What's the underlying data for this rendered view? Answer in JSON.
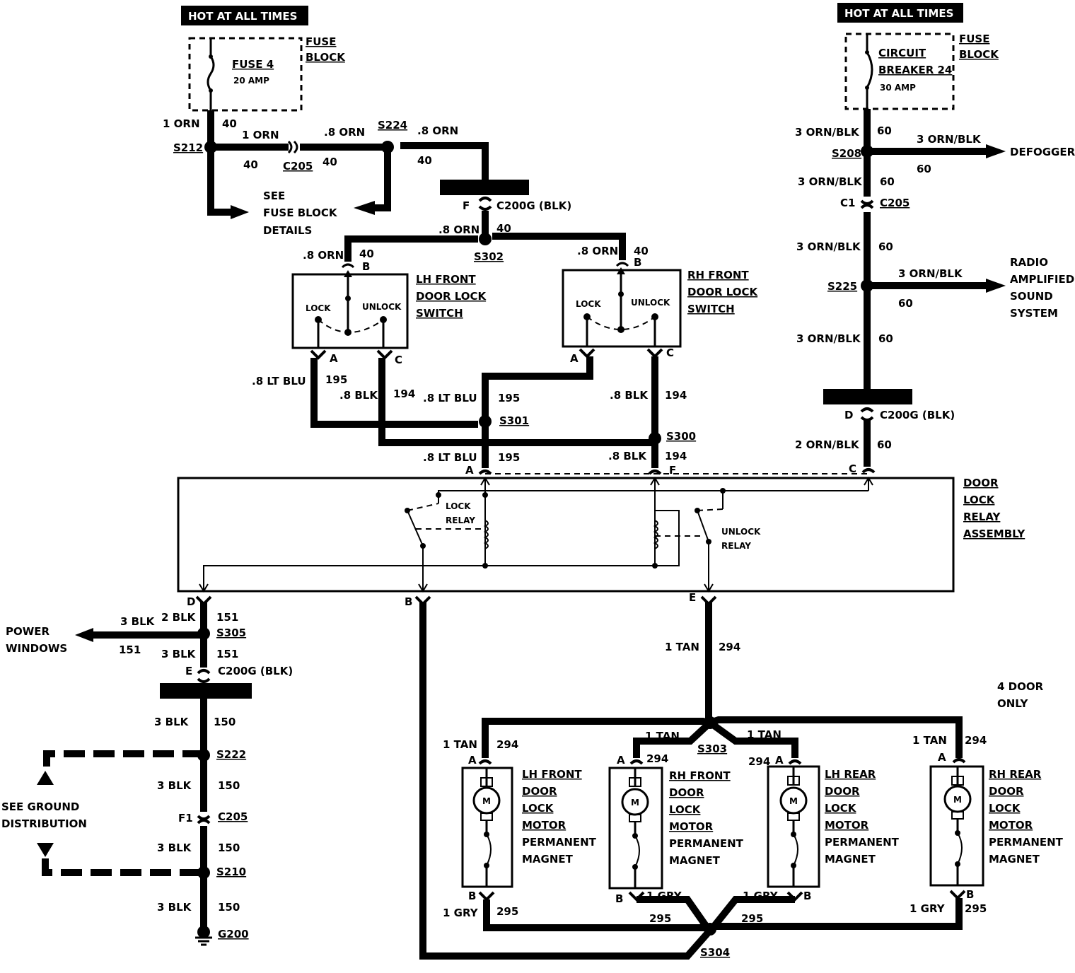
{
  "hot_left": "HOT AT ALL TIMES",
  "hot_right": "HOT AT ALL TIMES",
  "fuse_block_left": {
    "l1": "FUSE",
    "l2": "BLOCK",
    "fuse": "FUSE 4",
    "amp": "20 AMP"
  },
  "fuse_block_right": {
    "l1": "FUSE",
    "l2": "BLOCK",
    "cb1": "CIRCUIT",
    "cb2": "BREAKER 24",
    "amp": "30 AMP"
  },
  "labels": {
    "w1orn_a": "1 ORN",
    "n40_a": "40",
    "s212": "S212",
    "w1orn_b": "1 ORN",
    "n40_b": "40",
    "c205_a": "C205",
    "w8orn_a": ".8 ORN",
    "n40_c": "40",
    "s224": "S224",
    "w8orn_b": ".8 ORN",
    "n40_d": "40",
    "see1": "SEE",
    "see2": "FUSE BLOCK",
    "see3": "DETAILS",
    "f_pin": "F",
    "c200g_a": "C200G (BLK)",
    "w8orn_c": ".8 ORN",
    "n40_e": "40",
    "s302": "S302",
    "w8orn_d": ".8 ORN",
    "n40_f": "40",
    "pinB_l": "B",
    "w8orn_e": ".8 ORN",
    "n40_g": "40",
    "pinB_r": "B",
    "lhsw1": "LH FRONT",
    "lhsw2": "DOOR LOCK",
    "lhsw3": "SWITCH",
    "rhsw1": "RH FRONT",
    "rhsw2": "DOOR LOCK",
    "rhsw3": "SWITCH",
    "lock_l": "LOCK",
    "unlock_l": "UNLOCK",
    "lock_r": "LOCK",
    "unlock_r": "UNLOCK",
    "pinA_l": "A",
    "pinC_l": "C",
    "pinA_r": "A",
    "pinC_r": "C",
    "w8ltblu_a": ".8 LT BLU",
    "n195_a": "195",
    "w8blk_a": ".8 BLK",
    "n194_a": "194",
    "w8ltblu_b": ".8 LT BLU",
    "n195_b": "195",
    "s301": "S301",
    "w8blk_b": ".8 BLK",
    "n194_b": "194",
    "s300": "S300",
    "w8ltblu_c": ".8 LT BLU",
    "n195_c": "195",
    "w8blk_c": ".8 BLK",
    "n194_c": "194",
    "pinA_rel": "A",
    "pinF_rel": "F",
    "pinC_rel": "C",
    "w3ornblk_a": "3 ORN/BLK",
    "n60_a": "60",
    "s208": "S208",
    "w3ornblk_b": "3 ORN/BLK",
    "n60_b": "60",
    "defogger": "DEFOGGER",
    "w3ornblk_c": "3 ORN/BLK",
    "n60_c": "60",
    "c1": "C1",
    "c205_b": "C205",
    "w3ornblk_d": "3 ORN/BLK",
    "n60_d": "60",
    "s225": "S225",
    "w3ornblk_e": "3 ORN/BLK",
    "n60_e": "60",
    "radio1": "RADIO",
    "radio2": "AMPLIFIED",
    "radio3": "SOUND",
    "radio4": "SYSTEM",
    "w3ornblk_f": "3 ORN/BLK",
    "n60_f": "60",
    "d_pin": "D",
    "c200g_b": "C200G (BLK)",
    "w2ornblk": "2 ORN/BLK",
    "n60_g": "60",
    "dlra1": "DOOR",
    "dlra2": "LOCK",
    "dlra3": "RELAY",
    "dlra4": "ASSEMBLY",
    "lockrelay1": "LOCK",
    "lockrelay2": "RELAY",
    "unlockrelay1": "UNLOCK",
    "unlockrelay2": "RELAY",
    "pinD": "D",
    "pinB_rel": "B",
    "pinE_rel": "E",
    "w2blk": "2 BLK",
    "n151_a": "151",
    "w3blk_a": "3 BLK",
    "n151_b": "151",
    "s305": "S305",
    "pw1": "POWER",
    "pw2": "WINDOWS",
    "w3blk_b": "3 BLK",
    "n151_c": "151",
    "e_pin": "E",
    "c200g_c": "C200G (BLK)",
    "w3blk_c": "3 BLK",
    "n150_a": "150",
    "s222": "S222",
    "w3blk_d": "3 BLK",
    "n150_b": "150",
    "sg1": "SEE GROUND",
    "sg2": "DISTRIBUTION",
    "f1": "F1",
    "c205_c": "C205",
    "w3blk_e": "3 BLK",
    "n150_c": "150",
    "s210": "S210",
    "w3blk_f": "3 BLK",
    "n150_d": "150",
    "g200": "G200",
    "w1tan_a": "1 TAN",
    "n294_a": "294",
    "fourdoor1": "4 DOOR",
    "fourdoor2": "ONLY",
    "w1tan_b": "1 TAN",
    "n294_b": "294",
    "w1tan_c": "1 TAN",
    "w1tan_d": "1 TAN",
    "s303": "S303",
    "n294_c": "294",
    "n294_d": "294",
    "w1tan_e": "1 TAN",
    "n294_e": "294",
    "pinA_m1": "A",
    "pinA_m2": "A",
    "pinA_m3": "A",
    "pinA_m4": "A",
    "m_lhf1": "LH FRONT",
    "m_lhf2": "DOOR",
    "m_lhf3": "LOCK",
    "m_lhf4": "MOTOR",
    "m_lhf5": "PERMANENT",
    "m_lhf6": "MAGNET",
    "m_rhf1": "RH FRONT",
    "m_rhf2": "DOOR",
    "m_rhf3": "LOCK",
    "m_rhf4": "MOTOR",
    "m_rhf5": "PERMANENT",
    "m_rhf6": "MAGNET",
    "m_lhr1": "LH REAR",
    "m_lhr2": "DOOR",
    "m_lhr3": "LOCK",
    "m_lhr4": "MOTOR",
    "m_lhr5": "PERMANENT",
    "m_lhr6": "MAGNET",
    "m_rhr1": "RH REAR",
    "m_rhr2": "DOOR",
    "m_rhr3": "LOCK",
    "m_rhr4": "MOTOR",
    "m_rhr5": "PERMANENT",
    "m_rhr6": "MAGNET",
    "motor_m": "M",
    "pinB_m1": "B",
    "pinB_m2": "B",
    "pinB_m3": "B",
    "pinB_m4": "B",
    "w1gry_a": "1 GRY",
    "n295_a": "295",
    "w1gry_b": "1 GRY",
    "w1gry_c": "1 GRY",
    "w1gry_d": "1 GRY",
    "n295_d": "295",
    "n295_b": "295",
    "n295_c": "295",
    "s304": "S304"
  }
}
